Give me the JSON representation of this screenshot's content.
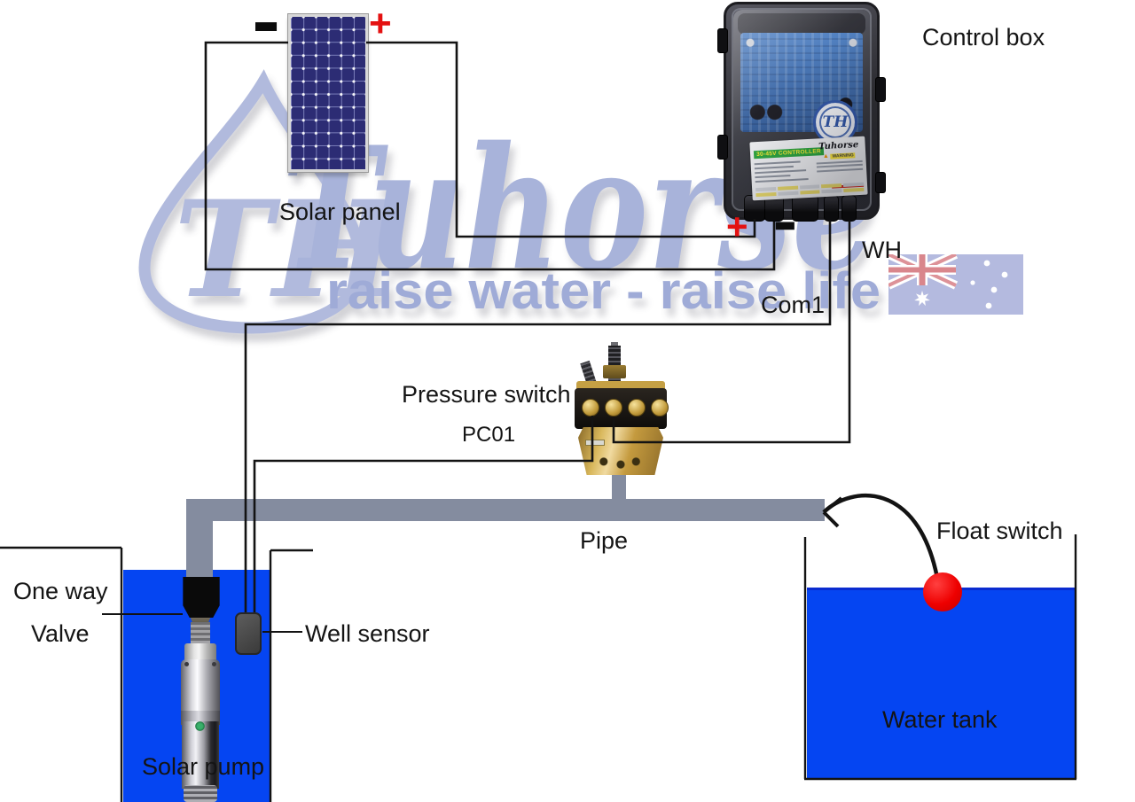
{
  "labels": {
    "control_box": "Control box",
    "solar_panel": "Solar panel",
    "pressure_switch": "Pressure switch",
    "pressure_switch_model": "PC01",
    "pipe": "Pipe",
    "float_switch": "Float switch",
    "one_way": "One way",
    "valve": "Valve",
    "well_sensor": "Well sensor",
    "solar_pump": "Solar pump",
    "water_tank": "Water tank",
    "wh": "WH",
    "com1": "Com1",
    "panel_plus": "+",
    "panel_minus": "−",
    "box_plus": "+",
    "box_minus": "−"
  },
  "watermark": {
    "brand": "Tuhorse",
    "tagline": "raise water - raise life",
    "logo_text": "TH"
  },
  "control_box_label": {
    "header": "30-45V CONTROLLER",
    "brand": "Tuhorse",
    "warning": "WARNING",
    "logo_text": "TH"
  },
  "colors": {
    "water_blue": "#0545f2",
    "pipe_gray": "#848c9f",
    "wire_black": "#131313",
    "plus_red": "#e41111",
    "float_red": "#ee0000",
    "watermark_blue": "#9aa6d4",
    "panel_blue": "#2c2c74",
    "brass_gold": "#c9a43e"
  }
}
